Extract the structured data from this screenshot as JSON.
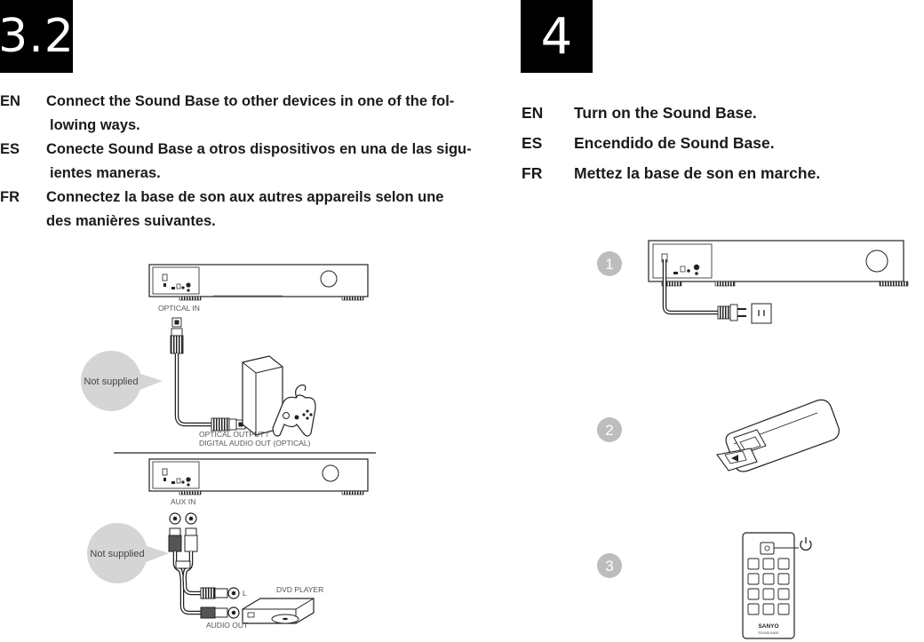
{
  "sections": {
    "left_number": "3.2",
    "right_number": "4"
  },
  "left_instructions": [
    {
      "code": "EN",
      "line1": "Connect the Sound Base to other devices in one of the fol-",
      "line2": "lowing ways."
    },
    {
      "code": "ES",
      "line1": "Conecte Sound Base a otros dispositivos en una de las sigu-",
      "line2": "ientes maneras."
    },
    {
      "code": "FR",
      "line1": "Connectez la base de son aux autres appareils selon une",
      "line2": "des manières suivantes."
    }
  ],
  "right_instructions": [
    {
      "code": "EN",
      "text": "Turn on the Sound Base."
    },
    {
      "code": "ES",
      "text": "Encendido de Sound Base."
    },
    {
      "code": "FR",
      "text": "Mettez la base de son en marche."
    }
  ],
  "diagram_optical": {
    "port_label": "OPTICAL IN",
    "bubble": "Not supplied",
    "source_label_1": "OPTICAL OUTPUT /",
    "source_label_2": "DIGITAL AUDIO OUT (OPTICAL)"
  },
  "diagram_aux": {
    "port_label": "AUX IN",
    "bubble": "Not supplied",
    "device_label": "DVD PLAYER",
    "channel_label": "L",
    "out_label": "AUDIO OUT"
  },
  "steps": [
    "1",
    "2",
    "3"
  ],
  "remote": {
    "brand": "SANYO",
    "model": "SOUND BASE"
  },
  "colors": {
    "badge": "#000000",
    "bubble": "#d5d5d5",
    "step_circle": "#bdbdbd",
    "line": "#222222"
  }
}
